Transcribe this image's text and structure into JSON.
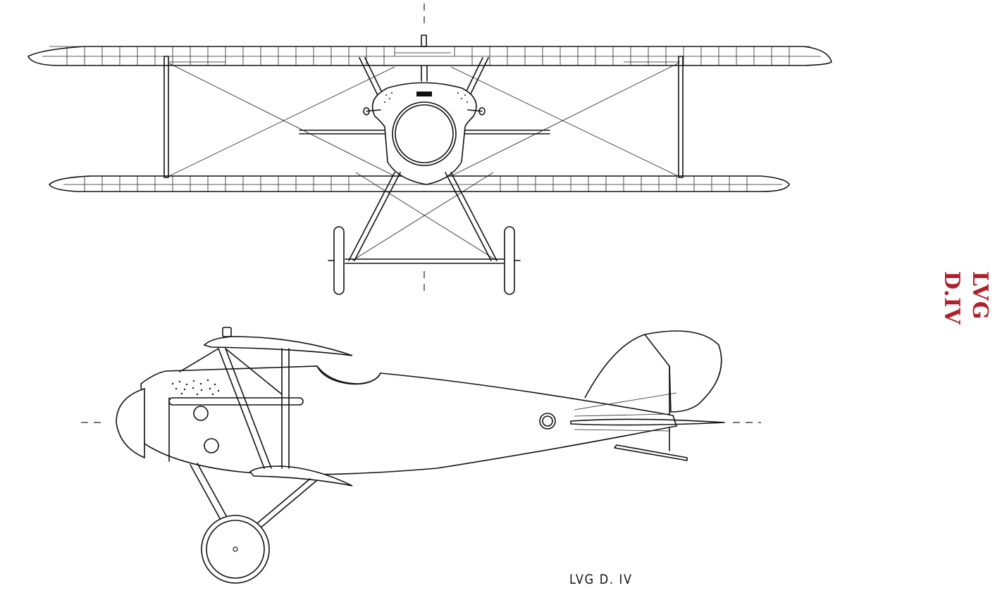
{
  "title_vertical": "LVG D.IV",
  "caption": "LVG D. IV",
  "colors": {
    "title": "#b0202a",
    "lines": "#111111",
    "background": "#ffffff"
  },
  "views": [
    {
      "name": "front-view",
      "label": ""
    },
    {
      "name": "side-view",
      "label": ""
    }
  ]
}
